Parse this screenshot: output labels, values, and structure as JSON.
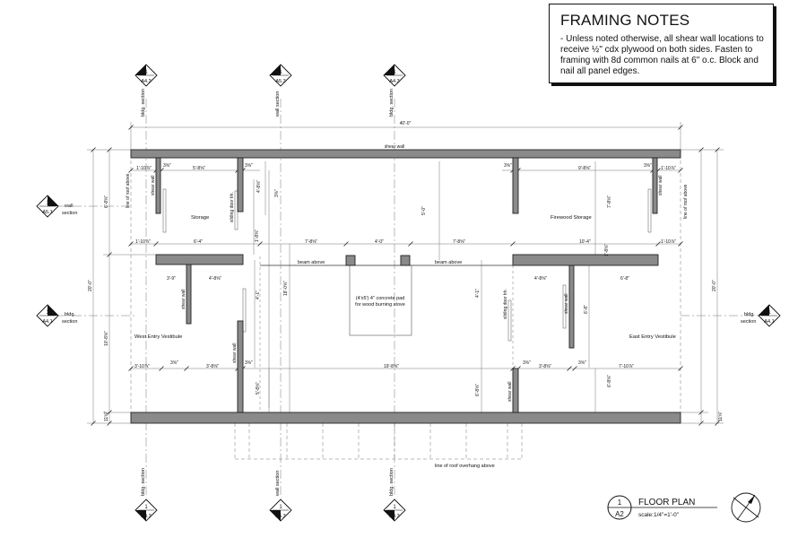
{
  "framing_notes": {
    "title": "FRAMING NOTES",
    "body": "- Unless noted otherwise, all shear wall locations to receive ½\" cdx plywood on both sides.  Fasten to framing with 8d common nails at 6\" o.c.  Block and nail all panel edges."
  },
  "title_block": {
    "number": "1",
    "sheet": "A2",
    "title": "FLOOR PLAN",
    "scale": "scale:1/4\"=1'-0\""
  },
  "section_markers": {
    "top_1": {
      "number": "1",
      "sheet": "A4.3",
      "label": "bldg. section"
    },
    "top_2": {
      "number": "1",
      "sheet": "A5.3",
      "label": "wall section"
    },
    "top_3": {
      "number": "1",
      "sheet": "A4.3",
      "label": "bldg. section"
    },
    "bottom_1": {
      "number": "1",
      "sheet": "A4.3",
      "label": "bldg. section"
    },
    "bottom_2": {
      "number": "1",
      "sheet": "A5.3",
      "label": "wall section"
    },
    "bottom_3": {
      "number": "1",
      "sheet": "A4.3",
      "label": "bldg. section"
    },
    "left_1": {
      "number": "1",
      "sheet": "A5.1",
      "label_1": "wall",
      "label_2": "section"
    },
    "left_2": {
      "number": "1",
      "sheet": "A4.1",
      "label_1": "bldg.",
      "label_2": "section"
    },
    "right_1": {
      "number": "1",
      "sheet": "A4.1",
      "label_1": "bldg.",
      "label_2": "section"
    }
  },
  "rooms": {
    "storage": "Storage",
    "firewood_storage": "Firewood Storage",
    "west_vestibule": "West Entry Vestibule",
    "east_vestibule": "East Entry Vestibule"
  },
  "labels": {
    "shear_wall": "shear wall",
    "beam_above": "beam above",
    "line_of_roof_above": "line of roof above",
    "sliding_door_track": "sliding door trk.",
    "concrete_pad_1": "(4'x5') 4\" concrete pad",
    "concrete_pad_2": "for wood burning stove",
    "roof_overhang": "line of roof overhang above"
  },
  "dimensions": {
    "overall_width": "40'-0\"",
    "overall_depth": "20'-0\"",
    "left_upper": "6'-8⅝\"",
    "left_lower": "10'-8⅝\"",
    "left_bottom": "11⅝\"",
    "right_bottom": "11⅝\"",
    "storage_left": "1'-10⅞\"",
    "storage_wall": "3⅝\"",
    "storage_width": "5'-8⅝\"",
    "storage_height": "4'-8⅝\"",
    "firewood_wall": "3⅝\"",
    "firewood_width": "9'-8⅝\"",
    "firewood_right": "1'-10⅞\"",
    "firewood_height": "7'-8⅝\"",
    "mid_left_1": "1'-10⅞\"",
    "mid_left_2": "6'-4\"",
    "mid_center_1": "7'-8⅝\"",
    "mid_center_2": "4'-0\"",
    "mid_center_3": "7'-8⅝\"",
    "mid_right_1": "10'-4\"",
    "mid_right_2": "1'-10⅞\"",
    "pad_depth": "5'-0\"",
    "hall_depth": "1'-8⅝\"",
    "room_depth": "18'-0⅝\"",
    "west_1": "3'-9\"",
    "west_2": "4'-8⅝\"",
    "west_3": "4'-1\"",
    "east_1": "4'-8⅝\"",
    "east_2": "6'-8\"",
    "east_3": "4'-1\"",
    "east_4": "6'-8\"",
    "bottom_left_1": "3'-10⅞\"",
    "bottom_left_2": "3⅝\"",
    "bottom_left_3": "3'-8⅝\"",
    "bottom_left_4": "3⅝\"",
    "bottom_center": "19'-8⅝\"",
    "bottom_right_1": "3⅝\"",
    "bottom_right_2": "3'-8⅝\"",
    "bottom_right_3": "3⅝\"",
    "bottom_right_4": "7'-10⅞\"",
    "west_wall_depth": "5'-8⅝\"",
    "east_wall_depth": "6'-8⅝\"",
    "center_depth_low": "6'-8⅝\""
  }
}
